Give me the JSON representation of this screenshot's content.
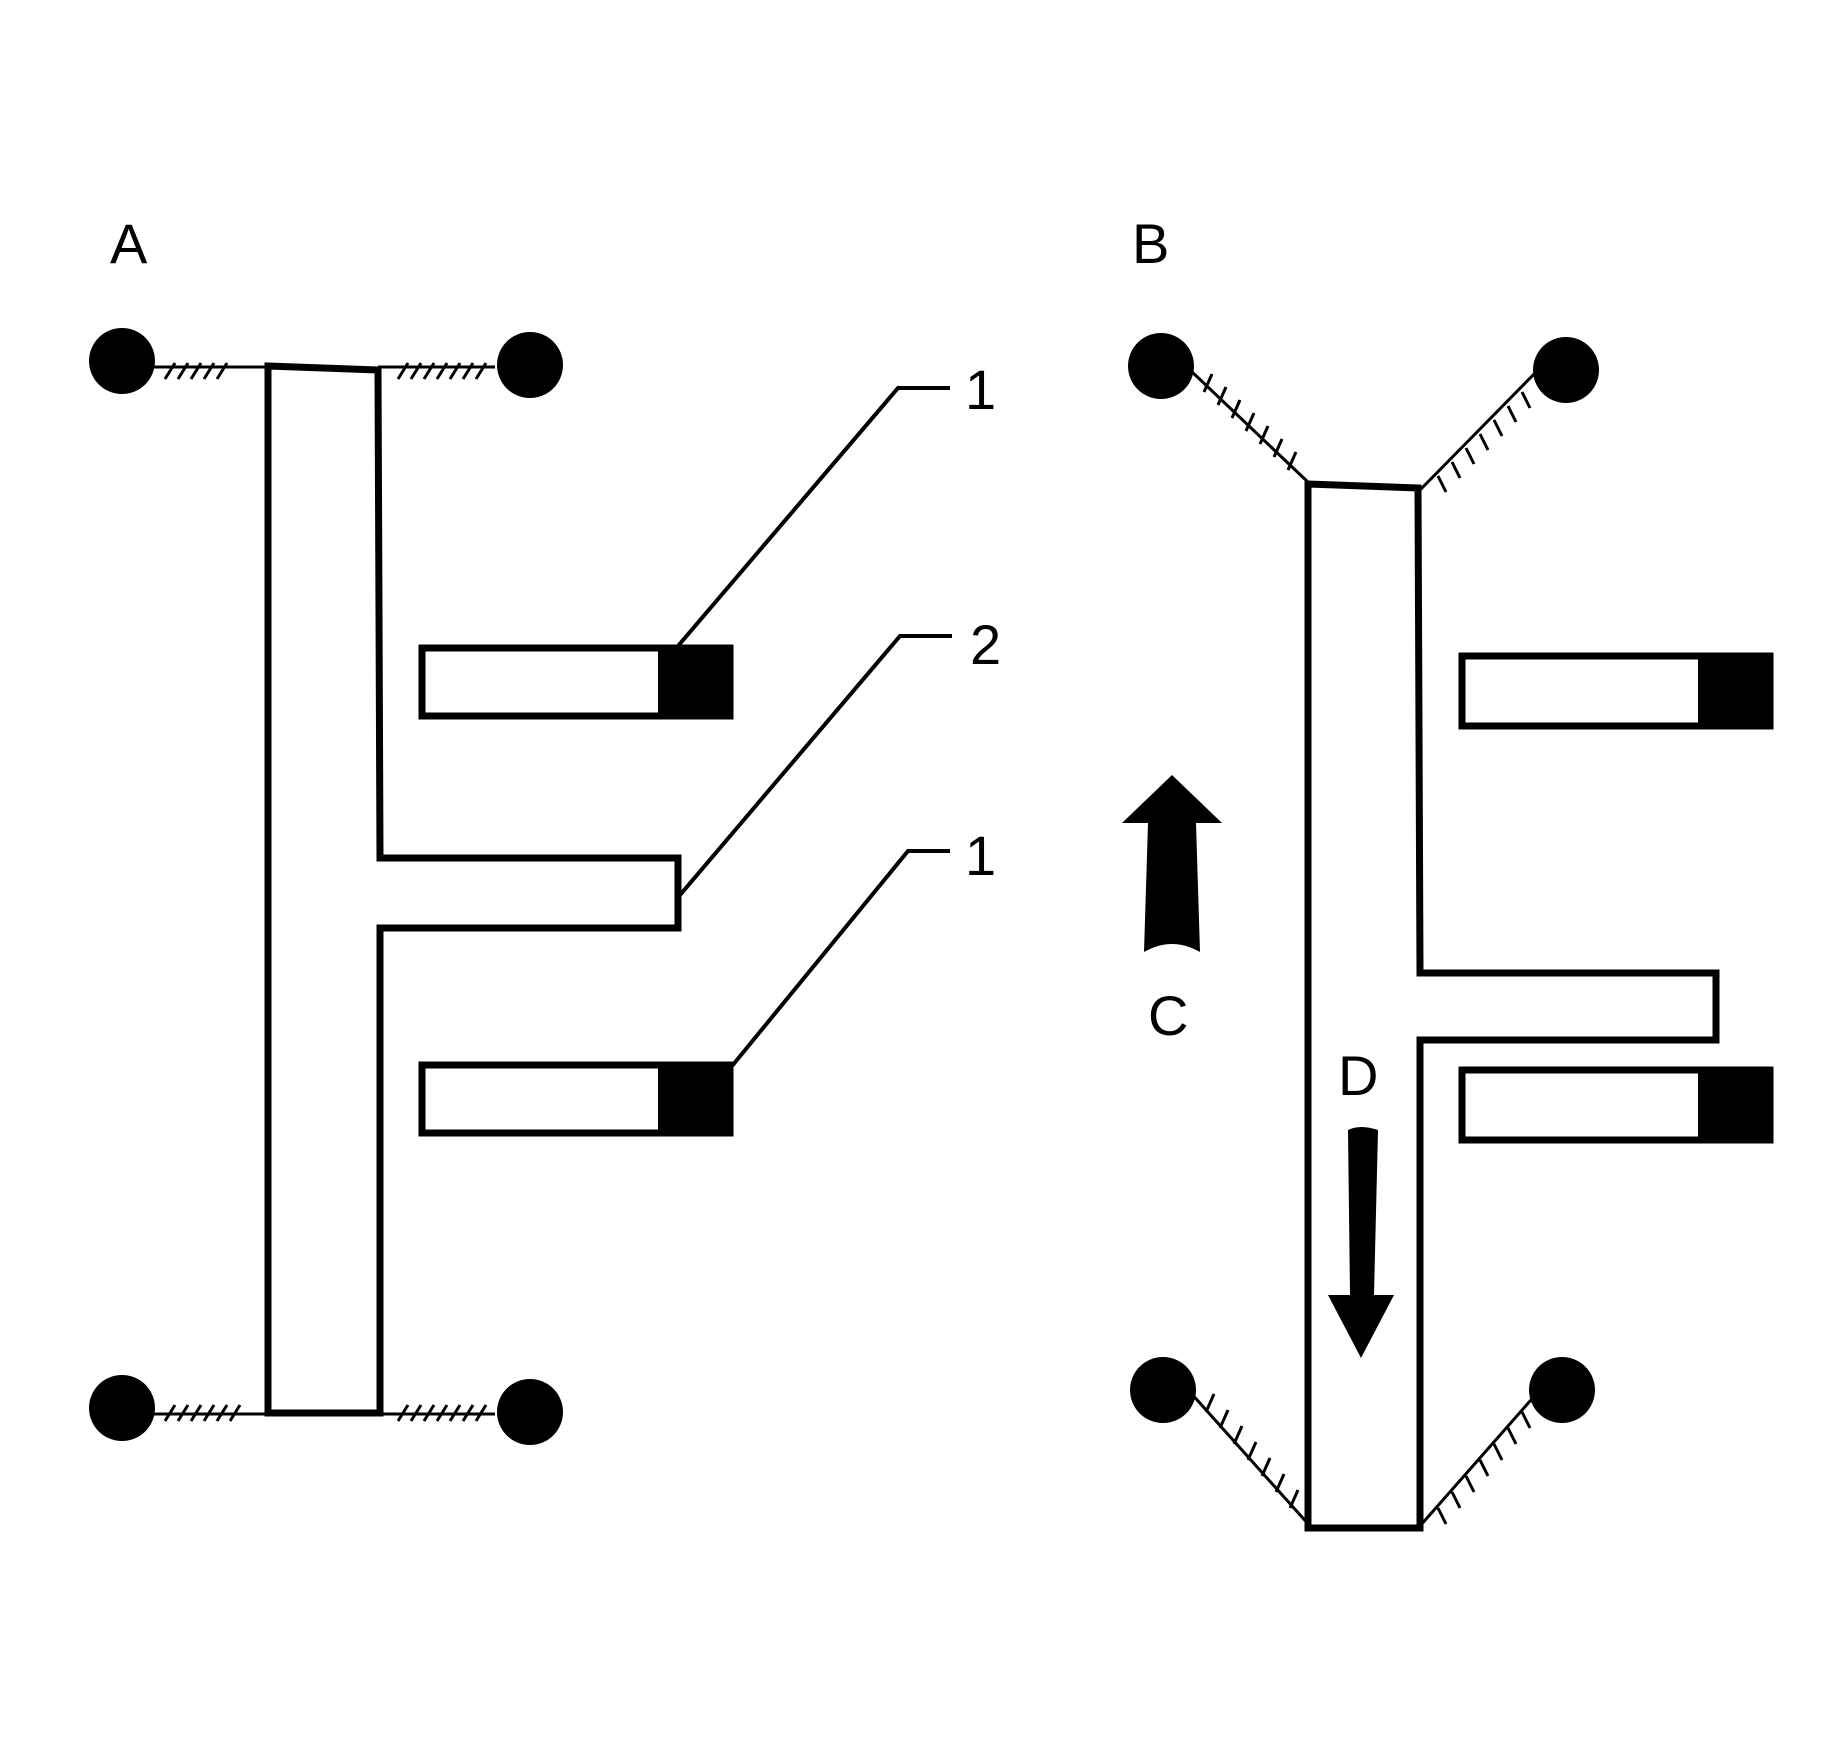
{
  "panels": {
    "a_label": "A",
    "b_label": "B"
  },
  "callouts": {
    "item_1_top": "1",
    "item_2": "2",
    "item_1_bottom": "1"
  },
  "arrows": {
    "c_label": "C",
    "d_label": "D"
  },
  "colors": {
    "ink": "#000000",
    "paper": "#ffffff"
  }
}
